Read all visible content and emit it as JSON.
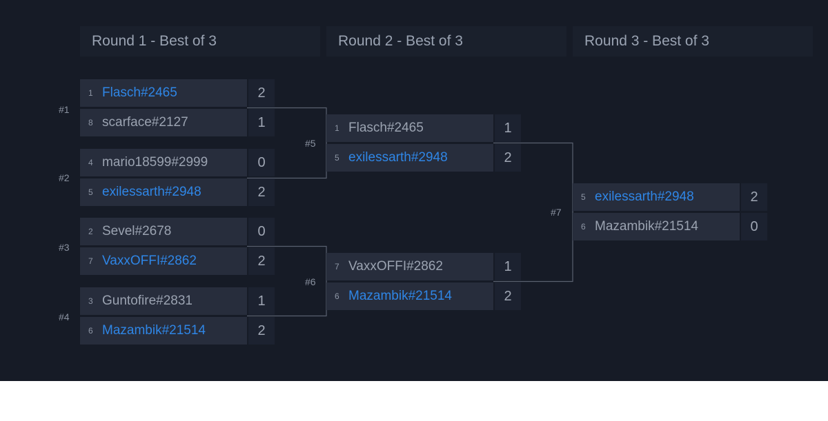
{
  "rounds": [
    {
      "title": "Round 1 - Best of 3"
    },
    {
      "title": "Round 2 - Best of 3"
    },
    {
      "title": "Round 3 - Best of 3"
    }
  ],
  "match_labels": {
    "m1": "#1",
    "m2": "#2",
    "m3": "#3",
    "m4": "#4",
    "m5": "#5",
    "m6": "#6",
    "m7": "#7"
  },
  "matches": {
    "m1": {
      "top": {
        "seed": "1",
        "name": "Flasch#2465",
        "score": "2",
        "winner": true
      },
      "bottom": {
        "seed": "8",
        "name": "scarface#2127",
        "score": "1",
        "winner": false
      }
    },
    "m2": {
      "top": {
        "seed": "4",
        "name": "mario18599#2999",
        "score": "0",
        "winner": false
      },
      "bottom": {
        "seed": "5",
        "name": "exilessarth#2948",
        "score": "2",
        "winner": true
      }
    },
    "m3": {
      "top": {
        "seed": "2",
        "name": "Sevel#2678",
        "score": "0",
        "winner": false
      },
      "bottom": {
        "seed": "7",
        "name": "VaxxOFFI#2862",
        "score": "2",
        "winner": true
      }
    },
    "m4": {
      "top": {
        "seed": "3",
        "name": "Guntofire#2831",
        "score": "1",
        "winner": false
      },
      "bottom": {
        "seed": "6",
        "name": "Mazambik#21514",
        "score": "2",
        "winner": true
      }
    },
    "m5": {
      "top": {
        "seed": "1",
        "name": "Flasch#2465",
        "score": "1",
        "winner": false
      },
      "bottom": {
        "seed": "5",
        "name": "exilessarth#2948",
        "score": "2",
        "winner": true
      }
    },
    "m6": {
      "top": {
        "seed": "7",
        "name": "VaxxOFFI#2862",
        "score": "1",
        "winner": false
      },
      "bottom": {
        "seed": "6",
        "name": "Mazambik#21514",
        "score": "2",
        "winner": true
      }
    },
    "m7": {
      "top": {
        "seed": "5",
        "name": "exilessarth#2948",
        "score": "2",
        "winner": true
      },
      "bottom": {
        "seed": "6",
        "name": "Mazambik#21514",
        "score": "0",
        "winner": false
      }
    }
  },
  "colors": {
    "background": "#161b26",
    "slot": "#272d3c",
    "winner_text": "#2f86e6",
    "loser_text": "#9ba3b1",
    "connector": "#5a6170"
  }
}
